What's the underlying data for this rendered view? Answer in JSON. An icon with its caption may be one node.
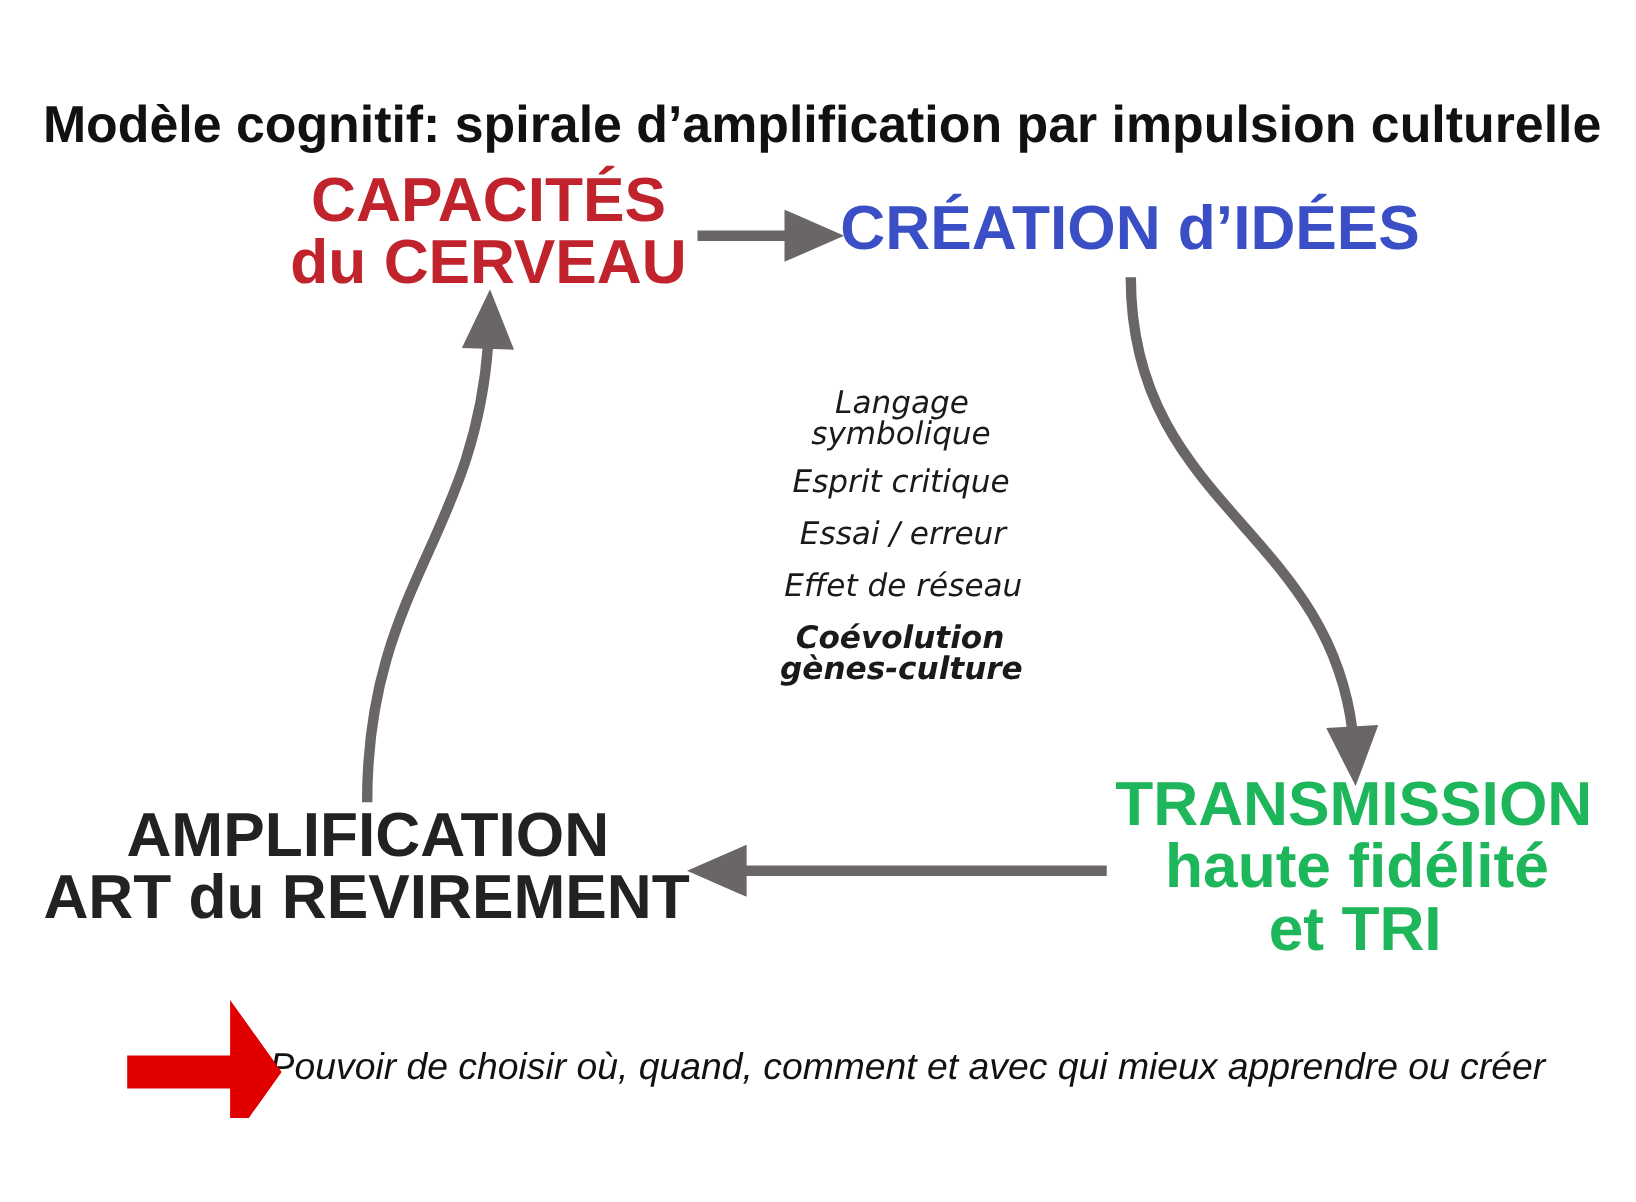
{
  "diagram": {
    "title": "Modèle cognitif: spirale d’amplification par impulsion culturelle",
    "nodes": [
      {
        "text": [
          "CAPACITÉS du CERVEAU"
        ]
      },
      {
        "text": [
          "CRÉATION d’IDÉES"
        ]
      },
      {
        "text": [
          "TRANSMISSION haute fidélité et TRI"
        ]
      },
      {
        "text": [
          "AMPLIFICATION ART du REVIREMENT"
        ]
      },
      {
        "text": [
          "Pouvoir de choisir où, quand, comment et avec qui mieux apprendre ou créer"
        ]
      }
    ],
    "edges": [
      {
        "from": 0,
        "to": 1,
        "arrow": "to"
      },
      {
        "from": 1,
        "to": 2,
        "arrow": "to"
      },
      {
        "from": 2,
        "to": 3,
        "arrow": "to"
      },
      {
        "from": 3,
        "to": 0,
        "arrow": "to"
      },
      {
        "from": null,
        "to": 4,
        "arrow": "to",
        "style": "thick",
        "color": "#e00000"
      }
    ],
    "labels": [
      "Langage symbolique",
      "Esprit critique",
      "Essai / erreur",
      "Effet de réseau",
      "Coévolution gènes-culture"
    ]
  }
}
